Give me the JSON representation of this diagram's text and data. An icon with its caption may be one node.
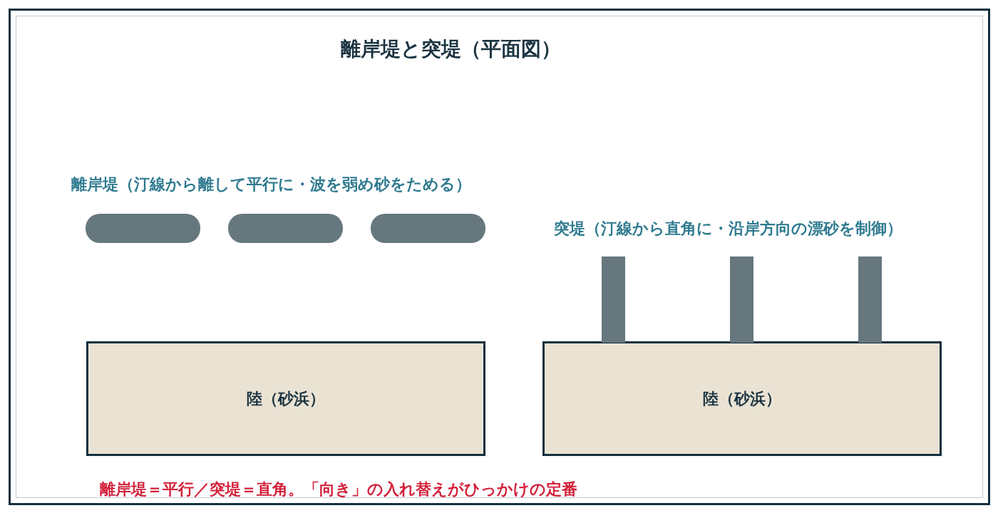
{
  "diagram": {
    "title": "離岸堤と突堤（平面図）",
    "nodes": [
      {
        "text": [
          "陸（砂浜）"
        ]
      },
      {
        "text": [
          "陸（砂浜）"
        ]
      },
      {
        "text": [],
        "shape": "bar"
      },
      {
        "text": [],
        "shape": "bar"
      },
      {
        "text": [],
        "shape": "bar"
      },
      {
        "text": [],
        "shape": "bar"
      },
      {
        "text": [],
        "shape": "bar"
      },
      {
        "text": [],
        "shape": "bar"
      }
    ],
    "labels": [
      "離岸堤（汀線から離して平行に・波を弱め砂をためる）",
      "突堤（汀線から直角に・沿岸方向の漂砂を制御）",
      "離岸堤＝平行／突堤＝直角。「向き」の入れ替えがひっかけの定番"
    ]
  }
}
